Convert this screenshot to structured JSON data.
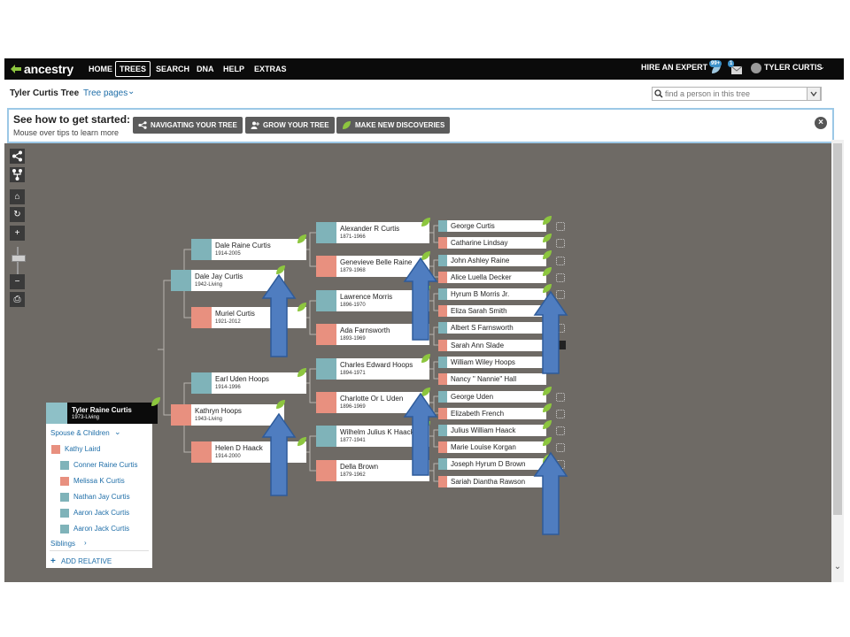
{
  "nav": {
    "logo": "ancestry",
    "items": [
      {
        "label": "HOME",
        "active": false
      },
      {
        "label": "TREES",
        "active": true
      },
      {
        "label": "SEARCH",
        "active": false
      },
      {
        "label": "DNA",
        "active": false
      },
      {
        "label": "HELP",
        "active": false
      },
      {
        "label": "EXTRAS",
        "active": false
      }
    ],
    "hire": "HIRE AN EXPERT",
    "hints_badge": "99+",
    "messages_badge": "1",
    "user": "TYLER CURTIS"
  },
  "subheader": {
    "tree_title": "Tyler Curtis Tree",
    "tree_pages": "Tree pages",
    "search_placeholder": "find a person in this tree"
  },
  "tips": {
    "title": "See how to get started:",
    "subtitle": "Mouse over tips to learn more",
    "buttons": [
      "NAVIGATING YOUR TREE",
      "GROW YOUR TREE",
      "MAKE NEW DISCOVERIES"
    ]
  },
  "root": {
    "name": "Tyler Raine Curtis",
    "dates": "1973-Living",
    "spouse_children_label": "Spouse & Children",
    "spouse": "Kathy Laird",
    "children": [
      "Conner Raine Curtis",
      "Melissa K Curtis",
      "Nathan Jay Curtis",
      "Aaron Jack Curtis",
      "Aaron Jack Curtis"
    ],
    "siblings_label": "Siblings",
    "add_relative": "ADD RELATIVE"
  },
  "parents": [
    {
      "name": "Dale Jay Curtis",
      "dates": "1942-Living",
      "sex": "male"
    },
    {
      "name": "Kathryn Hoops",
      "dates": "1943-Living",
      "sex": "female"
    }
  ],
  "grandparents": [
    {
      "name": "Dale Raine Curtis",
      "dates": "1914-2005",
      "sex": "male"
    },
    {
      "name": "Muriel Curtis",
      "dates": "1921-2012",
      "sex": "female"
    },
    {
      "name": "Earl Uden Hoops",
      "dates": "1914-1996",
      "sex": "male"
    },
    {
      "name": "Helen D Haack",
      "dates": "1914-2000",
      "sex": "female"
    }
  ],
  "great_grandparents": [
    {
      "name": "Alexander R Curtis",
      "dates": "1871-1966",
      "sex": "male"
    },
    {
      "name": "Genevieve Belle Raine",
      "dates": "1879-1968",
      "sex": "female"
    },
    {
      "name": "Lawrence Morris",
      "dates": "1896-1970",
      "sex": "male"
    },
    {
      "name": "Ada Farnsworth",
      "dates": "1893-1969",
      "sex": "female"
    },
    {
      "name": "Charles Edward Hoops",
      "dates": "1894-1971",
      "sex": "male"
    },
    {
      "name": "Charlotte Or L Uden",
      "dates": "1896-1969",
      "sex": "female"
    },
    {
      "name": "Wilhelm Julius K Haack",
      "dates": "1877-1941",
      "sex": "male"
    },
    {
      "name": "Della Brown",
      "dates": "1879-1962",
      "sex": "female"
    }
  ],
  "great_great_grandparents": [
    {
      "name": "George Curtis",
      "sex": "male"
    },
    {
      "name": "Catharine Lindsay",
      "sex": "female"
    },
    {
      "name": "John Ashley Raine",
      "sex": "male"
    },
    {
      "name": "Alice Luella Decker",
      "sex": "female"
    },
    {
      "name": "Hyrum B Morris Jr.",
      "sex": "male"
    },
    {
      "name": "Eliza Sarah Smith",
      "sex": "female"
    },
    {
      "name": "Albert S Farnsworth",
      "sex": "male"
    },
    {
      "name": "Sarah Ann Slade",
      "sex": "female"
    },
    {
      "name": "William Wiley Hoops",
      "sex": "male"
    },
    {
      "name": "Nancy \" Nannie\" Hall",
      "sex": "female"
    },
    {
      "name": "George Uden",
      "sex": "male"
    },
    {
      "name": "Elizabeth French",
      "sex": "female"
    },
    {
      "name": "Julius William Haack",
      "sex": "male"
    },
    {
      "name": "Marie Louise Korgan",
      "sex": "female"
    },
    {
      "name": "Joseph Hyrum D Brown",
      "sex": "male"
    },
    {
      "name": "Sariah Diantha Rawson",
      "sex": "female"
    }
  ],
  "colors": {
    "male": "#7fb3b9",
    "female": "#e8907f",
    "canvas": "#6e6a65",
    "arrow_fill": "#4f7dc0",
    "leaf": "#8dc63f"
  }
}
